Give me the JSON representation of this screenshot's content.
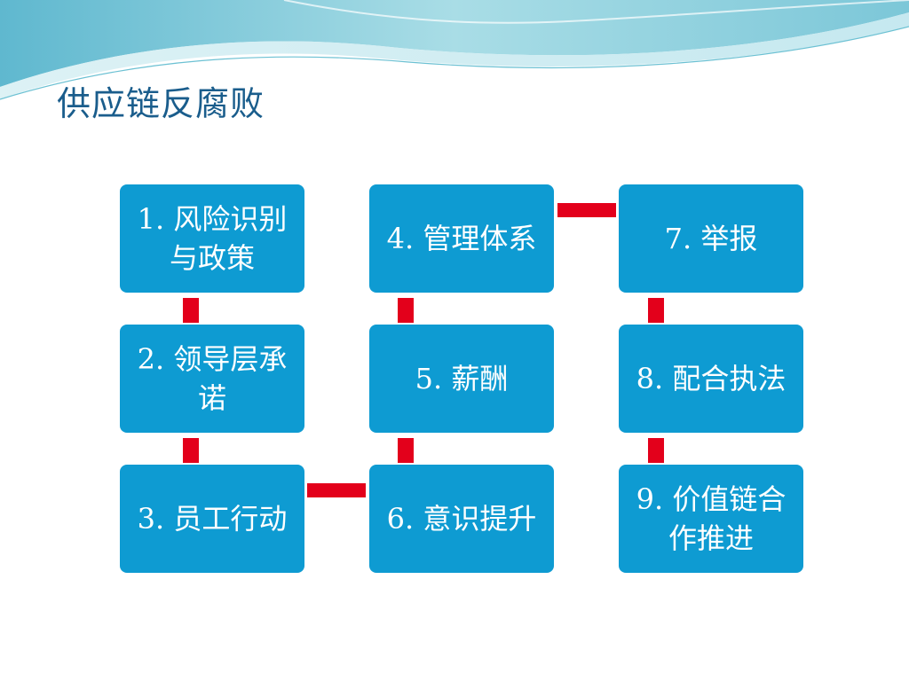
{
  "slide": {
    "title": "供应链反腐败"
  },
  "nodes": [
    {
      "id": "1",
      "label": "1. 风险识别与政策"
    },
    {
      "id": "2",
      "label": "2. 领导层承诺"
    },
    {
      "id": "3",
      "label": "3. 员工行动"
    },
    {
      "id": "4",
      "label": "4. 管理体系"
    },
    {
      "id": "5",
      "label": "5. 薪酬"
    },
    {
      "id": "6",
      "label": "6. 意识提升"
    },
    {
      "id": "7",
      "label": "7. 举报"
    },
    {
      "id": "8",
      "label": "8. 配合执法"
    },
    {
      "id": "9",
      "label": "9. 价值链合作推进"
    }
  ],
  "connectors": [
    {
      "from": "1",
      "to": "2"
    },
    {
      "from": "2",
      "to": "3"
    },
    {
      "from": "3",
      "to": "6"
    },
    {
      "from": "6",
      "to": "5"
    },
    {
      "from": "5",
      "to": "4"
    },
    {
      "from": "4",
      "to": "7"
    },
    {
      "from": "7",
      "to": "8"
    },
    {
      "from": "8",
      "to": "9"
    }
  ],
  "colors": {
    "node_fill": "#0e9bd2",
    "connector": "#e3001b",
    "title": "#1a5d8c"
  }
}
